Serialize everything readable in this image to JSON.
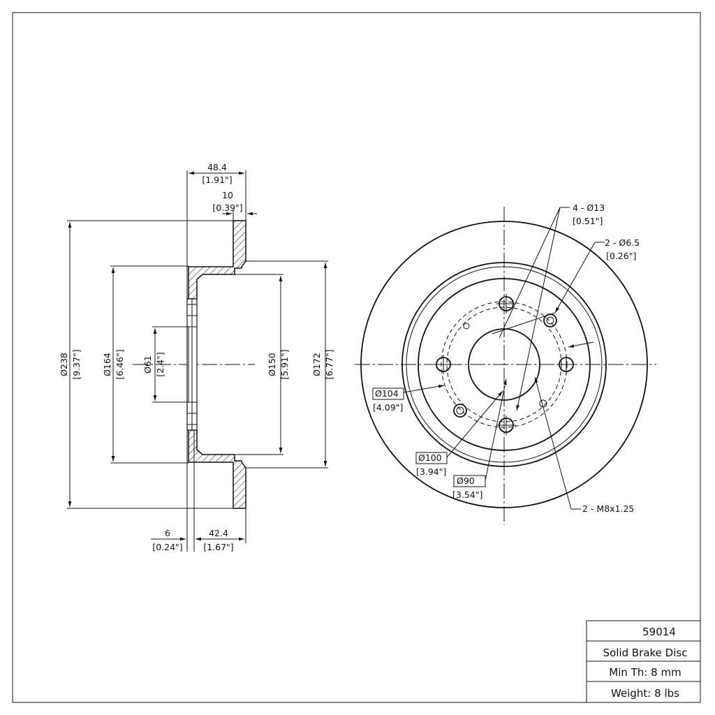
{
  "dimensions": {
    "hat_height": {
      "mm": "48.4",
      "in": "[1.91\"]"
    },
    "disc_thickness": {
      "mm": "10",
      "in": "[0.39\"]"
    },
    "outer_diameter": {
      "mm": "Ø238",
      "in": "[9.37\"]"
    },
    "hat_outer_diameter": {
      "mm": "Ø164",
      "in": "[6.46\"]"
    },
    "center_bore": {
      "mm": "Ø61",
      "in": "[2.4\"]"
    },
    "inner_diameter": {
      "mm": "Ø150",
      "in": "[5.91\"]"
    },
    "hub_face_diameter": {
      "mm": "Ø172",
      "in": "[6.77\"]"
    },
    "hat_wall": {
      "mm": "6",
      "in": "[0.24\"]"
    },
    "offset": {
      "mm": "42.4",
      "in": "[1.67\"]"
    },
    "bolt_holes": {
      "mm": "4 - Ø13",
      "in": "[0.51\"]"
    },
    "pin_holes": {
      "mm": "2 - Ø6.5",
      "in": "[0.26\"]"
    },
    "bolt_circle_104": {
      "mm": "Ø104",
      "in": "[4.09\"]"
    },
    "bolt_circle_100": {
      "mm": "Ø100",
      "in": "[3.94\"]"
    },
    "bolt_circle_90": {
      "mm": "Ø90",
      "in": "[3.54\"]"
    },
    "threaded_holes": {
      "mm": "2 - M8x1.25"
    }
  },
  "title_block": {
    "part_number": "59014",
    "description": "Solid Brake Disc",
    "min_thickness": "Min Th: 8 mm",
    "weight": "Weight: 8 lbs"
  }
}
